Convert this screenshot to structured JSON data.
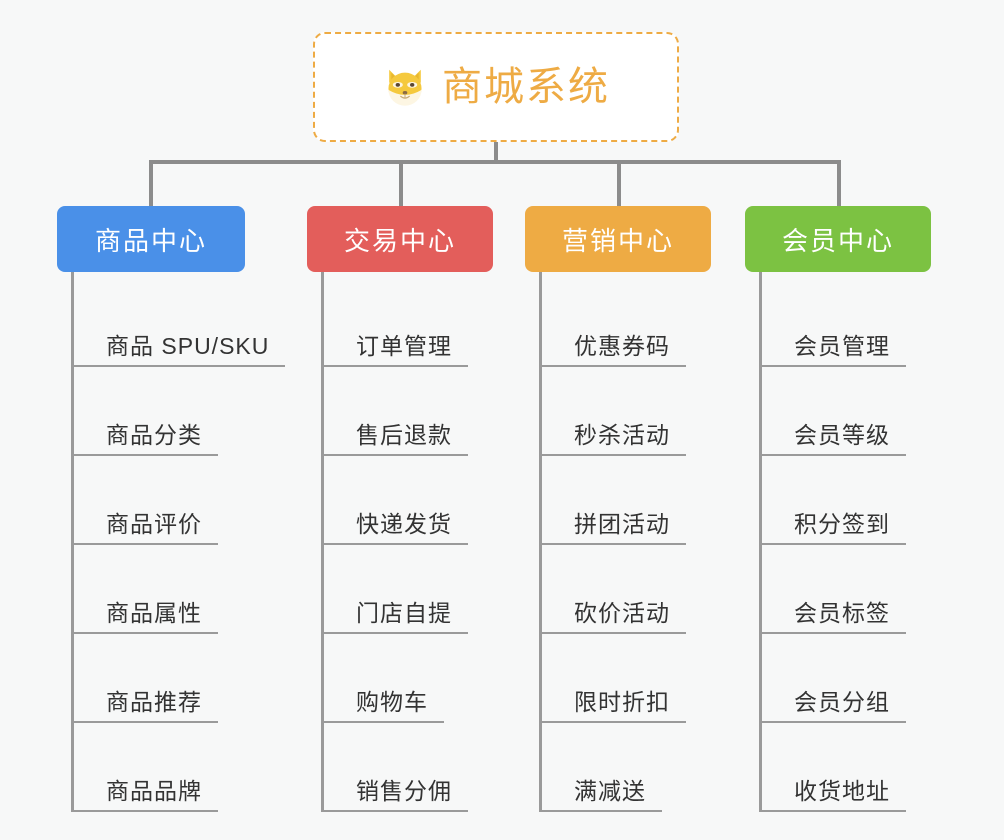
{
  "diagram": {
    "type": "mindmap-tree",
    "background_color": "#f7f8f8",
    "root": {
      "title": "商城系统",
      "icon": "shiba-dog-icon",
      "border_color": "#eeab44",
      "text_color": "#eeab44",
      "background_color": "#ffffff"
    },
    "connector_color": "#8c8c8c",
    "categories": [
      {
        "label": "商品中心",
        "color": "#4a90e8",
        "items": [
          "商品 SPU/SKU",
          "商品分类",
          "商品评价",
          "商品属性",
          "商品推荐",
          "商品品牌"
        ]
      },
      {
        "label": "交易中心",
        "color": "#e35e5b",
        "items": [
          "订单管理",
          "售后退款",
          "快递发货",
          "门店自提",
          "购物车",
          "销售分佣"
        ]
      },
      {
        "label": "营销中心",
        "color": "#eeab44",
        "items": [
          "优惠券码",
          "秒杀活动",
          "拼团活动",
          "砍价活动",
          "限时折扣",
          "满减送"
        ]
      },
      {
        "label": "会员中心",
        "color": "#7cc242",
        "items": [
          "会员管理",
          "会员等级",
          "积分签到",
          "会员标签",
          "会员分组",
          "收货地址"
        ]
      }
    ]
  }
}
